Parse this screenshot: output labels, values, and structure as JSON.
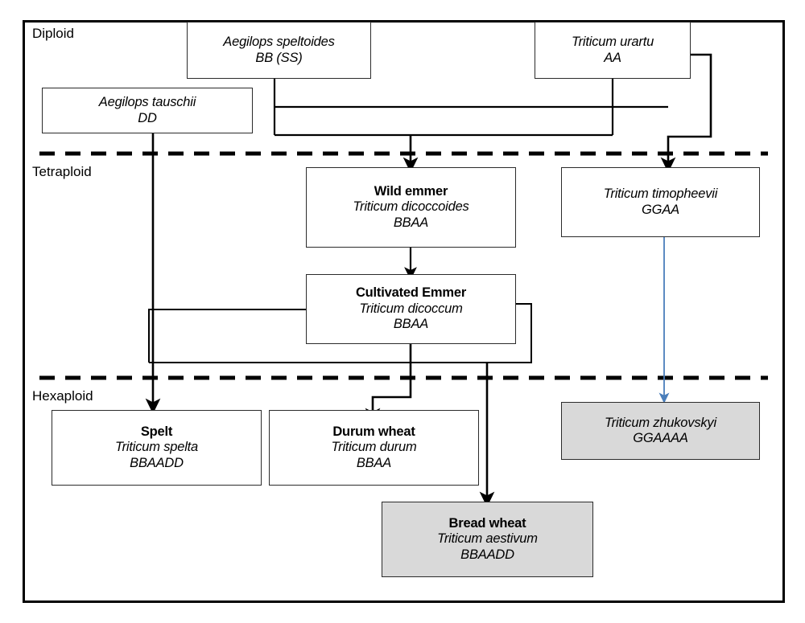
{
  "figure": {
    "kind": "wheat-evolution-flow-diagram",
    "background": "#ffffff",
    "frame_color": "#000000",
    "shaded_fill": "#d9d9d9",
    "blue_arrow_color": "#4a7ebb",
    "black_line_color": "#000000"
  },
  "ploidy_levels": [
    {
      "id": "diploid",
      "label": "Diploid"
    },
    {
      "id": "tetraploid",
      "label": "Tetraploid"
    },
    {
      "id": "hexaploid",
      "label": "Hexaploid"
    }
  ],
  "nodes": {
    "aegilops_speltoides": {
      "common": "",
      "species": "Aegilops speltoides",
      "genome": "BB (SS)",
      "shaded": false
    },
    "triticum_urartu": {
      "common": "",
      "species": "Triticum urartu",
      "genome": "AA",
      "shaded": false
    },
    "aegilops_tauschii": {
      "common": "",
      "species": "Aegilops tauschii",
      "genome": "DD",
      "shaded": false
    },
    "wild_emmer": {
      "common": "Wild emmer",
      "species": "Triticum dicoccoides",
      "genome": "BBAA",
      "shaded": false
    },
    "triticum_timopheevii": {
      "common": "",
      "species": "Triticum timopheevii",
      "genome": "GGAA",
      "shaded": false
    },
    "cultivated_emmer": {
      "common": "Cultivated Emmer",
      "species": "Triticum dicoccum",
      "genome": "BBAA",
      "shaded": false
    },
    "spelt": {
      "common": "Spelt",
      "species": "Triticum spelta",
      "genome": "BBAADD",
      "shaded": false
    },
    "durum_wheat": {
      "common": "Durum wheat",
      "species": "Triticum durum",
      "genome": "BBAA",
      "shaded": false
    },
    "triticum_zhukovskyi": {
      "common": "",
      "species": "Triticum zhukovskyi",
      "genome": "GGAAAA",
      "shaded": true
    },
    "bread_wheat": {
      "common": "Bread wheat",
      "species": "Triticum aestivum",
      "genome": "BBAADD",
      "shaded": true
    }
  }
}
